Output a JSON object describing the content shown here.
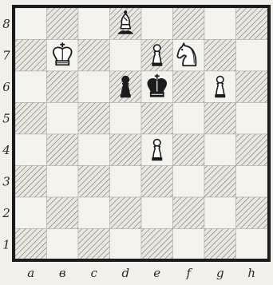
{
  "board": {
    "files": [
      "a",
      "в",
      "c",
      "d",
      "e",
      "f",
      "g",
      "h"
    ],
    "ranks": [
      "8",
      "7",
      "6",
      "5",
      "4",
      "3",
      "2",
      "1"
    ],
    "pieces": [
      {
        "square": "d8",
        "piece": "bishop",
        "color": "white"
      },
      {
        "square": "b7",
        "piece": "king",
        "color": "white"
      },
      {
        "square": "e7",
        "piece": "pawn",
        "color": "white"
      },
      {
        "square": "f7",
        "piece": "knight",
        "color": "white"
      },
      {
        "square": "d6",
        "piece": "pawn",
        "color": "black"
      },
      {
        "square": "e6",
        "piece": "king",
        "color": "black"
      },
      {
        "square": "g6",
        "piece": "pawn",
        "color": "white"
      },
      {
        "square": "e4",
        "piece": "pawn",
        "color": "white"
      }
    ],
    "colors": {
      "ink": "#1c1c1c",
      "light_square": "#f5f3ee",
      "dark_square_hatch": "#7a7a7a",
      "paper": "#f2f0ea"
    }
  }
}
